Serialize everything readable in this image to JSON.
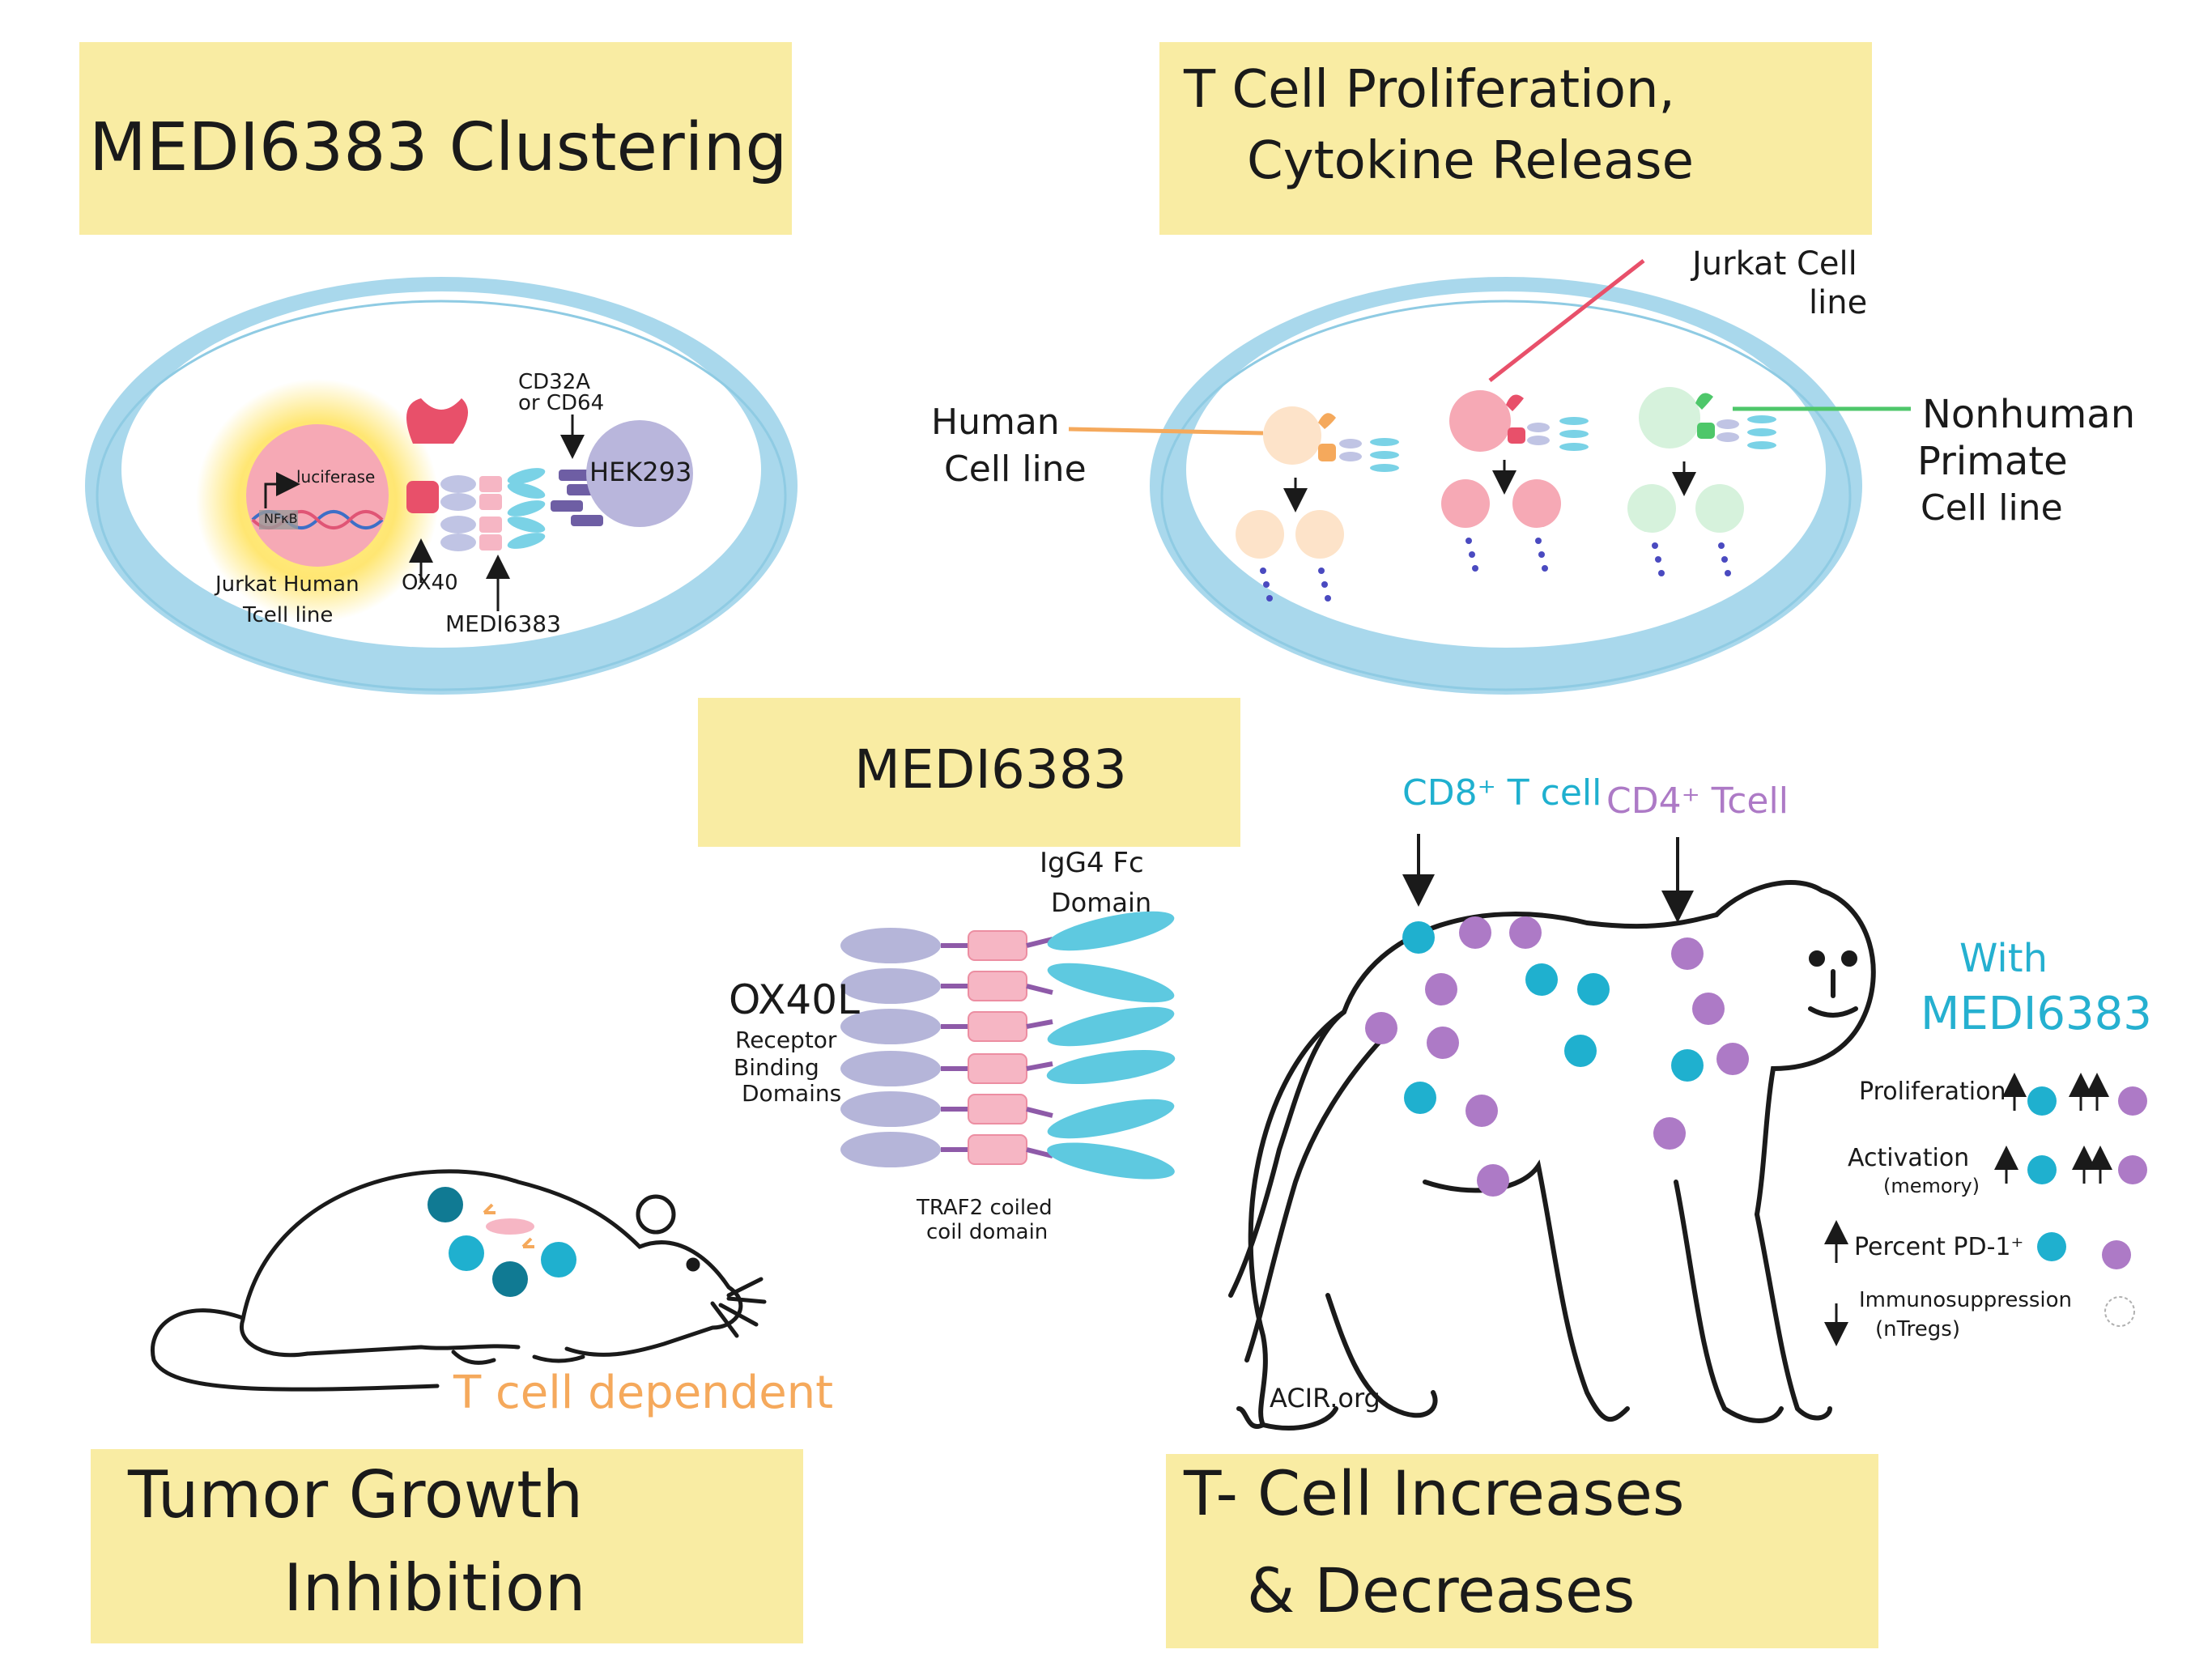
{
  "titles": {
    "clustering": "MEDI6383 Clustering",
    "prolif_1": "T Cell Proliferation,",
    "prolif_2": "Cytokine Release",
    "center": "MEDI6383",
    "tumor_1": "Tumor Growth",
    "tumor_2": "Inhibition",
    "tcell_1": "T- Cell Increases",
    "tcell_2": "& Decreases"
  },
  "clustering": {
    "cd32a_1": "CD32A",
    "cd32a_2": "or CD64",
    "hek": "HEK293",
    "luciferase": "luciferase",
    "nfkb": "NFκB",
    "jurkat_1": "Jurkat Human",
    "jurkat_2": "Tcell line",
    "ox40": "OX40",
    "medi": "MEDI6383"
  },
  "prolif": {
    "jurkat_1": "Jurkat Cell",
    "jurkat_2": "line",
    "human_1": "Human",
    "human_2": "Cell line",
    "nonhuman_1": "Nonhuman",
    "nonhuman_2": "Primate",
    "nonhuman_3": "Cell line"
  },
  "structure": {
    "igg4_1": "IgG4 Fc",
    "igg4_2": "Domain",
    "ox40l": "OX40L",
    "rbd_1": "Receptor",
    "rbd_2": "Binding",
    "rbd_3": "Domains",
    "traf_1": "TRAF2 coiled",
    "traf_2": "coil domain"
  },
  "mouse": {
    "label": "T cell dependent"
  },
  "monkey": {
    "cd8": "CD8⁺ T cell",
    "cd4": "CD4⁺ Tcell",
    "with_1": "With",
    "with_2": "MEDI6383",
    "prolif": "Proliferation",
    "activation": "Activation",
    "memory": "(memory)",
    "pd1": "Percent PD-1⁺",
    "immuno": "Immunosuppression",
    "ntregs": "(nTregs)",
    "credit": "ACIR.org"
  },
  "colors": {
    "title_box": "#f9eca3",
    "dish": "#a9d8ec",
    "cd8": "#1fb0cf",
    "cd8_dark": "#107a93",
    "cd4": "#ad7ac6",
    "pink": "#f08fa0",
    "human": "#f5a95c",
    "nonhuman": "#4ec76a",
    "igg4": "#5ec9e0",
    "ox40l": "#b5b5d9",
    "with_text": "#25b0d0"
  }
}
